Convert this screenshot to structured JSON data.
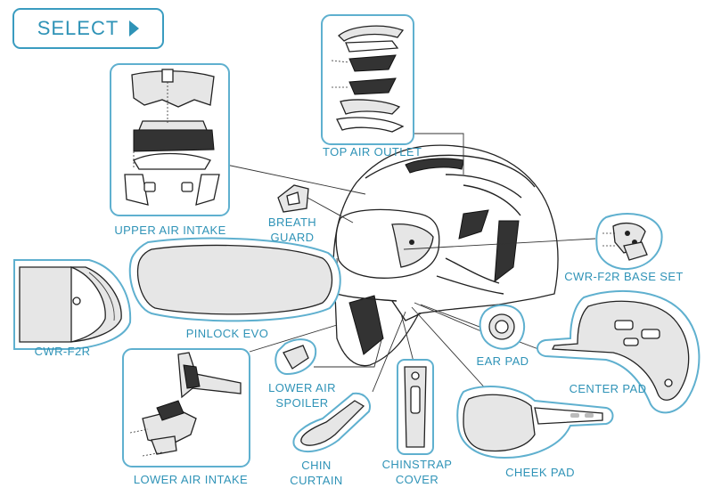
{
  "select_button": {
    "label": "SELECT"
  },
  "labels": {
    "top_air_outlet": "TOP AIR OUTLET",
    "upper_air_intake": "UPPER AIR INTAKE",
    "breath_guard_1": "BREATH",
    "breath_guard_2": "GUARD",
    "cwr_f2r_base_set": "CWR-F2R BASE SET",
    "cwr_f2r": "CWR-F2R",
    "pinlock_evo": "PINLOCK EVO",
    "ear_pad": "EAR PAD",
    "center_pad": "CENTER PAD",
    "lower_air_spoiler_1": "LOWER AIR",
    "lower_air_spoiler_2": "SPOILER",
    "chin_curtain_1": "CHIN",
    "chin_curtain_2": "CURTAIN",
    "chinstrap_cover_1": "CHINSTRAP",
    "chinstrap_cover_2": "COVER",
    "cheek_pad": "CHEEK PAD",
    "lower_air_intake": "LOWER AIR INTAKE"
  },
  "colors": {
    "accent": "#2f93b7",
    "card_border": "#5fb0cf",
    "part_fill": "#e6e6e6"
  },
  "icons": {
    "select_arrow": "triangle-right-icon"
  }
}
